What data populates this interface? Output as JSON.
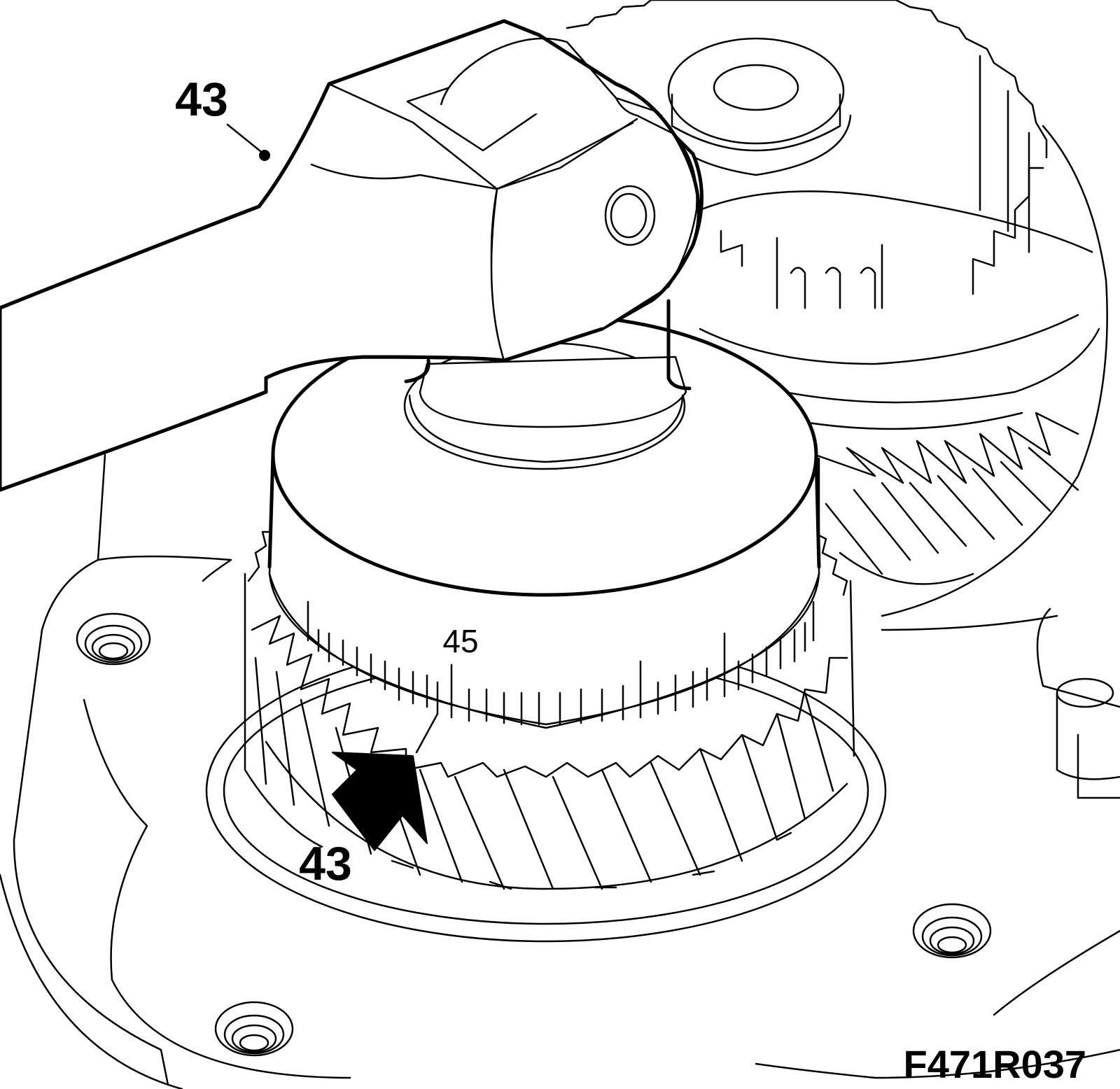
{
  "callouts": {
    "top_label": "43",
    "bottom_label": "43"
  },
  "scale": {
    "number": "45"
  },
  "figure_code": "F471R037",
  "icons": [
    "arrow-icon"
  ],
  "colors": {
    "ink": "#000000",
    "paper": "#ffffff"
  }
}
